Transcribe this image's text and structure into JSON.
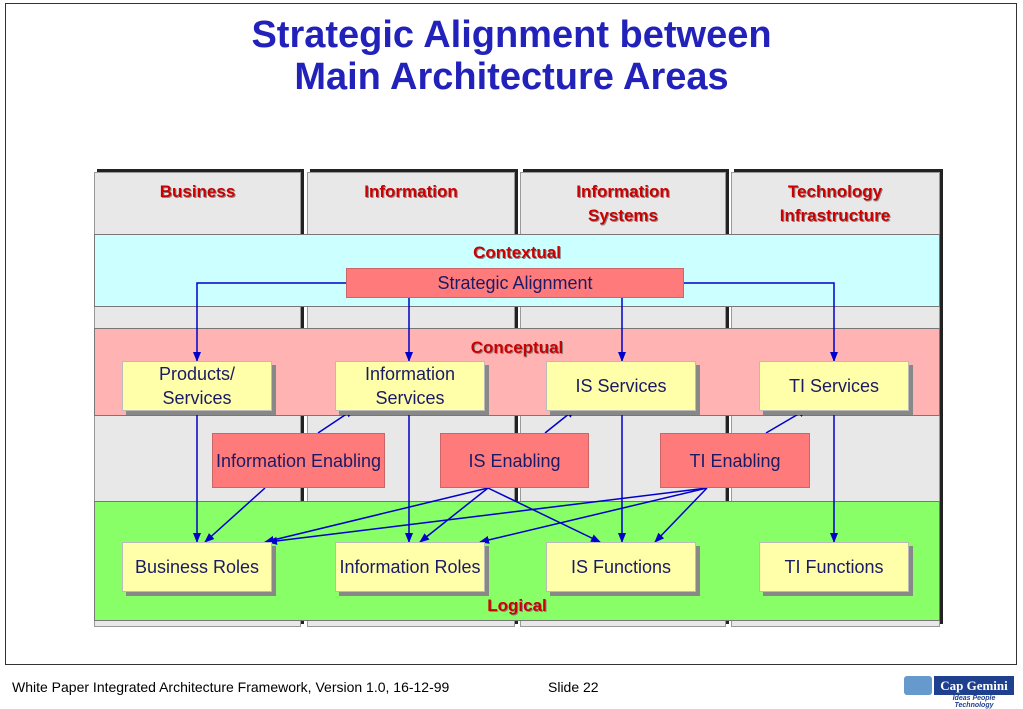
{
  "title": {
    "line1": "Strategic Alignment between",
    "line2": "Main Architecture Areas"
  },
  "columns": [
    {
      "label": "Business"
    },
    {
      "label": "Information"
    },
    {
      "label": "Information Systems"
    },
    {
      "label": "Technology Infrastructure"
    }
  ],
  "bands": {
    "contextual": "Contextual",
    "conceptual": "Conceptual",
    "logical": "Logical"
  },
  "nodes": {
    "strategic_alignment": "Strategic Alignment",
    "products_services": "Products/ Services",
    "information_services": "Information Services",
    "is_services": "IS Services",
    "ti_services": "TI Services",
    "information_enabling": "Information Enabling",
    "is_enabling": "IS Enabling",
    "ti_enabling": "TI Enabling",
    "business_roles": "Business Roles",
    "information_roles": "Information Roles",
    "is_functions": "IS Functions",
    "ti_functions": "TI Functions"
  },
  "colors": {
    "title": "#2222bb",
    "label_red": "#cc0000",
    "arrow": "#0000cc",
    "contextual_band": "#ccffff",
    "conceptual_band": "#ffb3b3",
    "logical_band": "#88ff66",
    "yellow_box": "#ffffaa",
    "pink_box": "#ff7b7b"
  },
  "footer": {
    "text": "White Paper Integrated Architecture Framework, Version 1.0, 16-12-99",
    "slide": "Slide 22"
  },
  "logo": {
    "name": "Cap Gemini",
    "tagline": "Ideas People Technology"
  }
}
